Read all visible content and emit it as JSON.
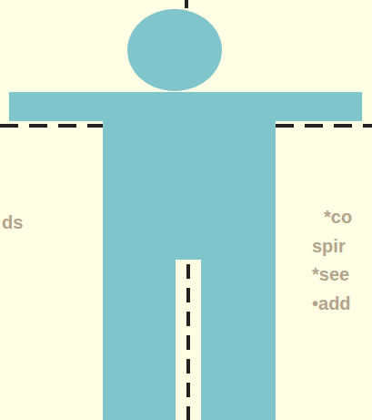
{
  "diagram": {
    "labels": [
      "ds",
      "*co",
      "spir",
      "*see",
      "•add"
    ]
  }
}
